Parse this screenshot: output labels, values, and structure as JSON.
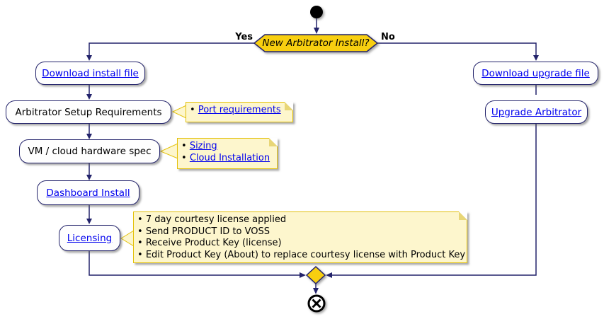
{
  "decision": {
    "label": "New Arbitrator Install?",
    "yes": "Yes",
    "no": "No"
  },
  "activities": {
    "download_install": "Download install file",
    "setup_requirements": "Arbitrator Setup Requirements",
    "hardware_spec": "VM / cloud hardware spec",
    "dashboard_install": "Dashboard Install",
    "licensing": "Licensing",
    "download_upgrade": "Download upgrade file",
    "upgrade_arbitrator": "Upgrade Arbitrator"
  },
  "notes": {
    "ports": {
      "items": [
        "Port requirements"
      ]
    },
    "sizing": {
      "items": [
        "Sizing",
        "Cloud Installation"
      ]
    },
    "licensing": {
      "items": [
        "7 day courtesy license applied",
        "Send PRODUCT ID to VOSS",
        "Receive Product Key (license)",
        "Edit Product Key (About) to replace courtesy license with Product Key"
      ]
    }
  },
  "colors": {
    "gold_fill": "#F8CF10",
    "navy_line": "#23236B",
    "note_fill": "#FDF6CD",
    "note_border": "#E3C10A",
    "link_blue": "#0000EE",
    "node_fill": "#FEFEFE"
  }
}
